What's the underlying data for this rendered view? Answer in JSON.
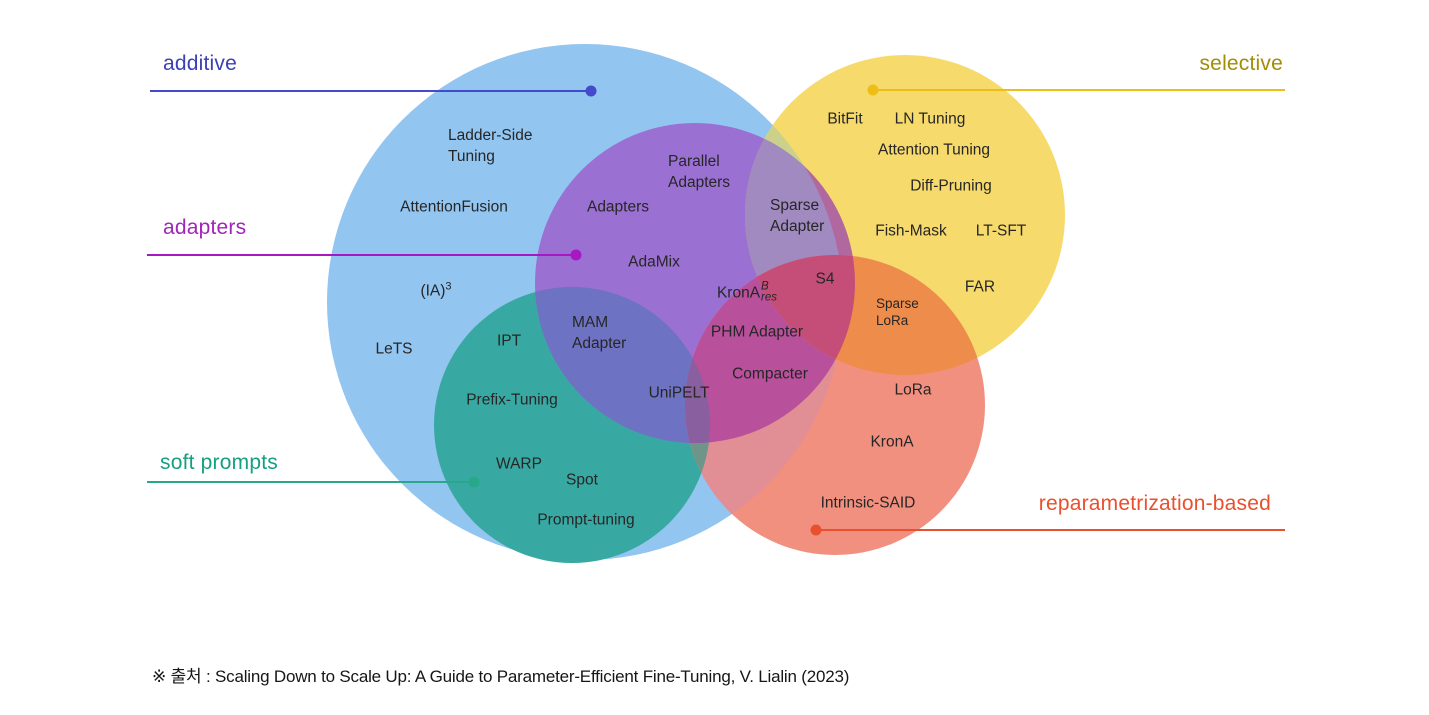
{
  "diagram": {
    "title_hint": "Venn diagram of parameter-efficient fine-tuning methods",
    "categories": [
      {
        "label": "additive",
        "text_color": "#3c40b4",
        "line_color": "#4549cb",
        "circle_color": "#92c5f0"
      },
      {
        "label": "adapters",
        "text_color": "#a124bb",
        "line_color": "#a818c2",
        "circle_color": "#9b70d3"
      },
      {
        "label": "selective",
        "text_color": "#a38d06",
        "line_color": "#edbf16",
        "circle_color": "#f7da6c"
      },
      {
        "label": "soft prompts",
        "text_color": "#169f82",
        "line_color": "#28a88a",
        "circle_color": "#38a8a2"
      },
      {
        "label": "reparametrization-based",
        "text_color": "#e8502e",
        "line_color": "#e8502e",
        "circle_color": "#f2907f"
      }
    ],
    "regions": {
      "pt": "#6e72c3",
      "yb": "#cbd18a",
      "yp": "#b1689f",
      "ypb": "#a18ac0",
      "rb": "#e18f94",
      "rt": "#6f9488",
      "rp": "#b8509b",
      "ry": "#ee8d4b",
      "rpy": "#c54e78",
      "rpt": "#8a5fa0"
    },
    "methods": [
      {
        "label": "Ladder-Side\nTuning",
        "categories": [
          "additive"
        ]
      },
      {
        "label": "AttentionFusion",
        "categories": [
          "additive"
        ]
      },
      {
        "label_base": "(IA)",
        "label_sup": "3",
        "categories": [
          "additive"
        ]
      },
      {
        "label": "LeTS",
        "categories": [
          "additive"
        ]
      },
      {
        "label": "Adapters",
        "categories": [
          "additive",
          "adapters"
        ]
      },
      {
        "label": "Parallel\nAdapters",
        "categories": [
          "additive",
          "adapters"
        ]
      },
      {
        "label": "AdaMix",
        "categories": [
          "additive",
          "adapters"
        ]
      },
      {
        "label": "Sparse\nAdapter",
        "categories": [
          "adapters",
          "selective"
        ]
      },
      {
        "label": "S4",
        "categories": [
          "adapters",
          "selective",
          "reparametrization-based"
        ]
      },
      {
        "label_base": "KronA",
        "label_sup": "B",
        "label_sub": "res",
        "categories": [
          "adapters",
          "reparametrization-based"
        ]
      },
      {
        "label": "PHM Adapter",
        "categories": [
          "adapters",
          "reparametrization-based"
        ]
      },
      {
        "label": "Compacter",
        "categories": [
          "adapters",
          "reparametrization-based"
        ]
      },
      {
        "label": "MAM\nAdapter",
        "categories": [
          "adapters",
          "soft prompts"
        ]
      },
      {
        "label": "UniPELT",
        "categories": [
          "adapters",
          "soft prompts",
          "reparametrization-based"
        ]
      },
      {
        "label": "Sparse\nLoRa",
        "categories": [
          "selective",
          "reparametrization-based"
        ]
      },
      {
        "label": "IPT",
        "categories": [
          "additive",
          "soft prompts"
        ]
      },
      {
        "label": "Prefix-Tuning",
        "categories": [
          "additive",
          "soft prompts"
        ]
      },
      {
        "label": "WARP",
        "categories": [
          "additive",
          "soft prompts"
        ]
      },
      {
        "label": "Spot",
        "categories": [
          "additive",
          "soft prompts"
        ]
      },
      {
        "label": "Prompt-tuning",
        "categories": [
          "additive",
          "soft prompts"
        ]
      },
      {
        "label": "BitFit",
        "categories": [
          "selective"
        ]
      },
      {
        "label": "LN Tuning",
        "categories": [
          "selective"
        ]
      },
      {
        "label": "Attention Tuning",
        "categories": [
          "selective"
        ]
      },
      {
        "label": "Diff-Pruning",
        "categories": [
          "selective"
        ]
      },
      {
        "label": "Fish-Mask",
        "categories": [
          "selective"
        ]
      },
      {
        "label": "LT-SFT",
        "categories": [
          "selective"
        ]
      },
      {
        "label": "FAR",
        "categories": [
          "selective"
        ]
      },
      {
        "label": "LoRa",
        "categories": [
          "reparametrization-based"
        ]
      },
      {
        "label": "KronA",
        "categories": [
          "reparametrization-based"
        ]
      },
      {
        "label": "Intrinsic-SAID",
        "categories": [
          "reparametrization-based"
        ]
      }
    ]
  },
  "caption": "※  출처 : Scaling Down to Scale Up: A Guide to Parameter-Efficient Fine-Tuning, V. Lialin (2023)"
}
